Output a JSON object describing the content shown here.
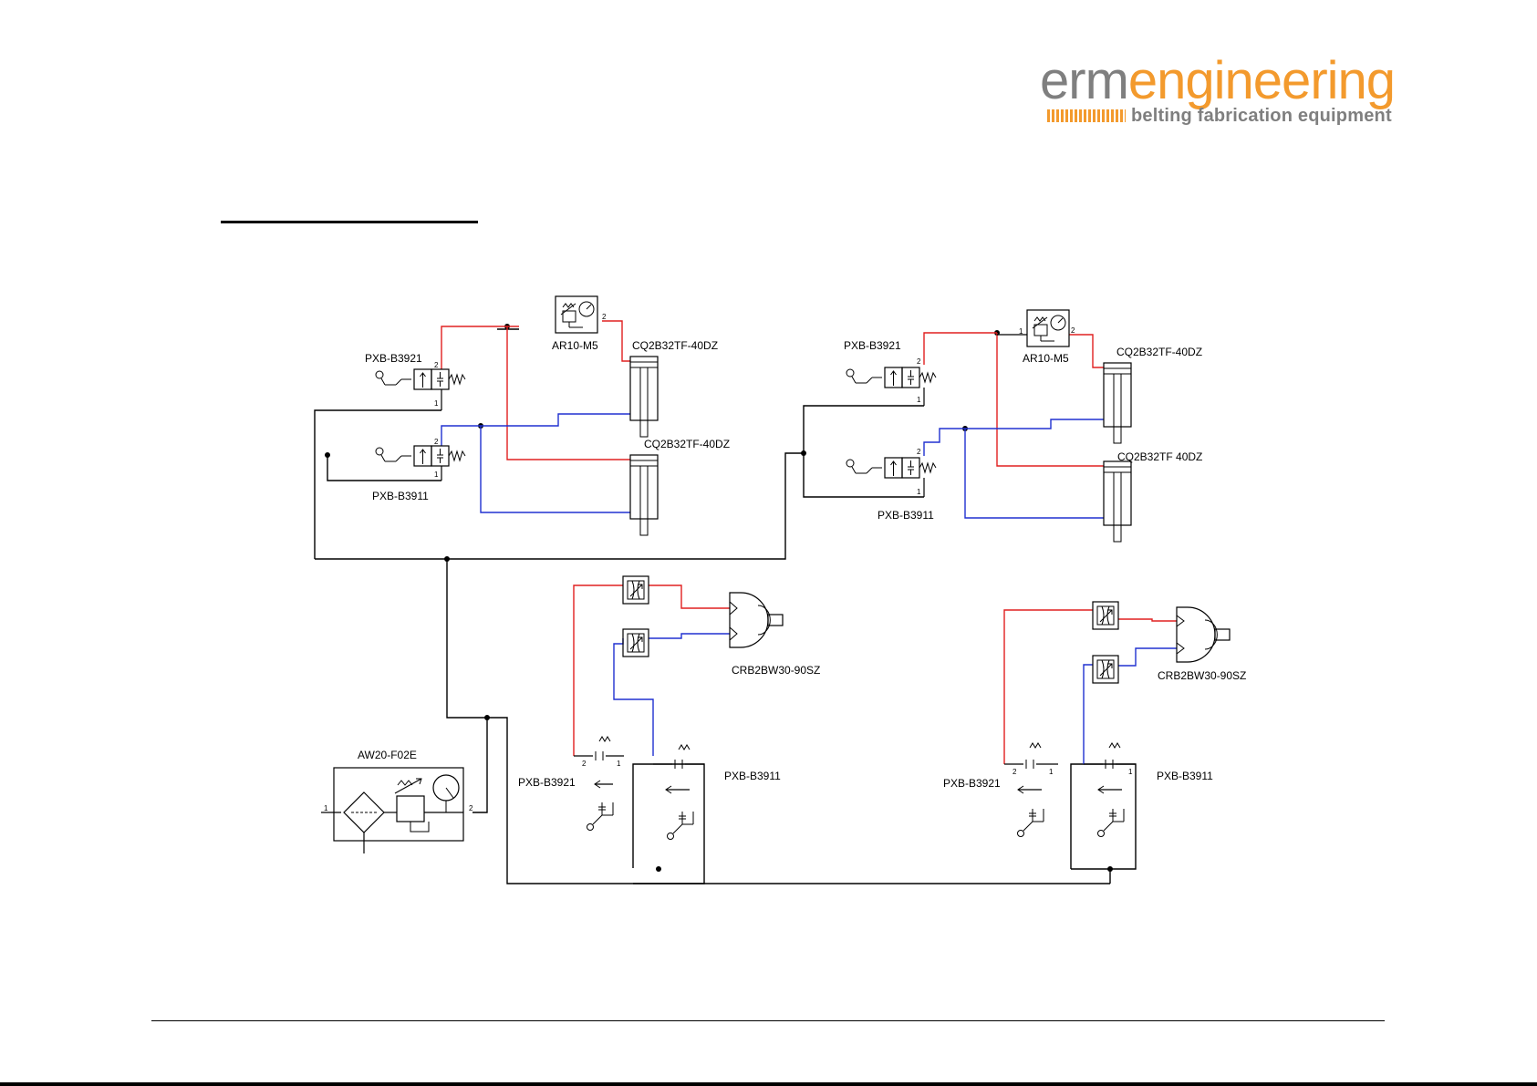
{
  "logo": {
    "brand_prefix": "erm",
    "brand_suffix": "engineering",
    "tagline": "belting  fabrication equipment",
    "colors": {
      "grey": "#7f7f7f",
      "orange": "#f39a2d"
    }
  },
  "schematic": {
    "line_colors": {
      "supply": "#000000",
      "red": "#e02020",
      "blue": "#2030d0"
    },
    "labels": {
      "left_regulator": "AR10-M5",
      "left_cyl_top": "CQ2B32TF-40DZ",
      "left_cyl_bottom": "CQ2B32TF-40DZ",
      "left_valve_top": "PXB-B3921",
      "left_valve_bottom": "PXB-B3911",
      "right_regulator": "AR10-M5",
      "right_cyl_top": "CQ2B32TF-40DZ",
      "right_cyl_bottom": "CQ2B32TF 40DZ",
      "right_valve_top": "PXB-B3921",
      "right_valve_bottom": "PXB-B3911",
      "rotary_left": "CRB2BW30-90SZ",
      "rotary_right": "CRB2BW30-90SZ",
      "frl_unit": "AW20-F02E",
      "bottom_left_valve_a": "PXB-B3921",
      "bottom_left_valve_b": "PXB-B3911",
      "bottom_right_valve_a": "PXB-B3921",
      "bottom_right_valve_b": "PXB-B3911"
    },
    "ports": {
      "one": "1",
      "two": "2"
    }
  }
}
